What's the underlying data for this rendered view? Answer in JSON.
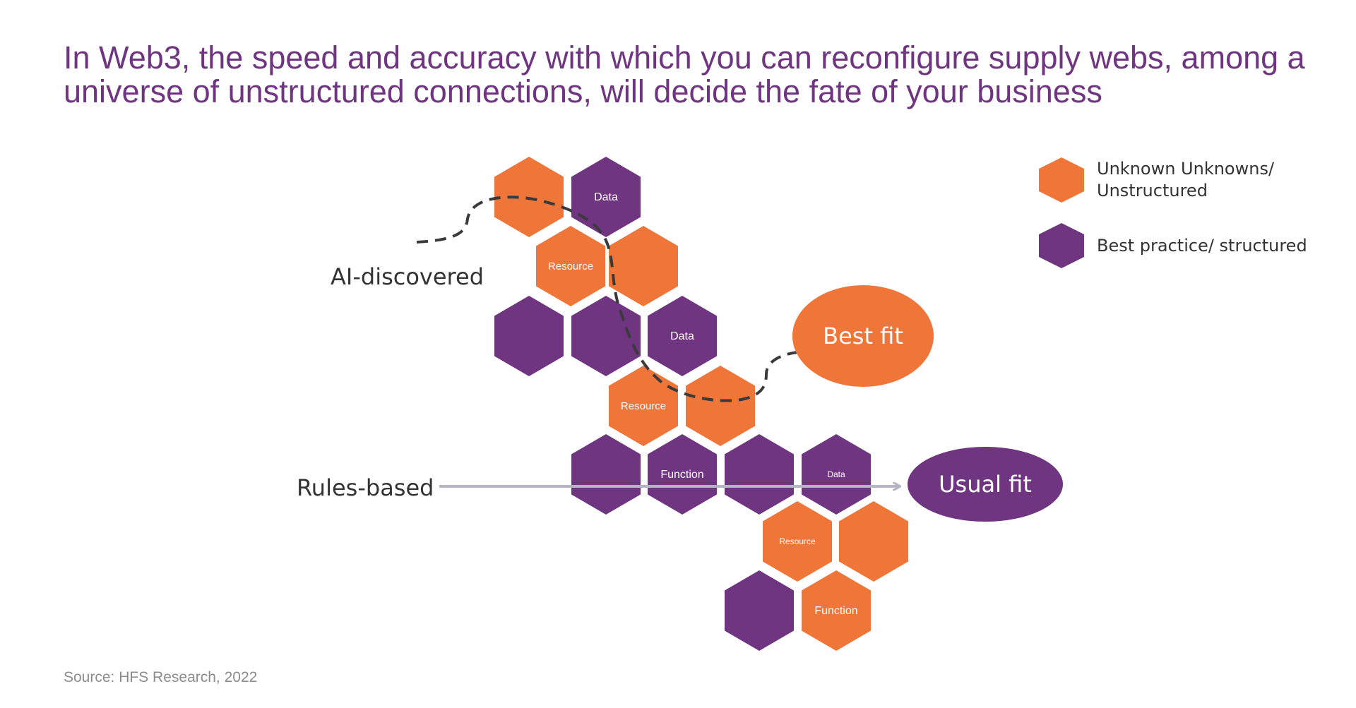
{
  "title_lines": [
    "In Web3, the speed and accuracy with which you can reconfigure supply webs, among a",
    "universe of unstructured connections, will decide the fate of your business"
  ],
  "source": "Source: HFS Research, 2022",
  "colors": {
    "orange": "#f07539",
    "purple": "#6f3580",
    "arrow": "#b5b5c3",
    "dashed": "#3a3a3a",
    "title": "#6f3580"
  },
  "hexagons": [
    {
      "type": "unstructured",
      "label": ""
    },
    {
      "type": "structured",
      "label": "Data"
    },
    {
      "type": "unstructured",
      "label": "Resource"
    },
    {
      "type": "unstructured",
      "label": ""
    },
    {
      "type": "structured",
      "label": ""
    },
    {
      "type": "structured",
      "label": ""
    },
    {
      "type": "structured",
      "label": "Data"
    },
    {
      "type": "unstructured",
      "label": "Resource"
    },
    {
      "type": "unstructured",
      "label": ""
    },
    {
      "type": "structured",
      "label": ""
    },
    {
      "type": "structured",
      "label": "Function"
    },
    {
      "type": "structured",
      "label": ""
    },
    {
      "type": "structured",
      "label": "Data"
    },
    {
      "type": "unstructured",
      "label": "Resource"
    },
    {
      "type": "unstructured",
      "label": ""
    },
    {
      "type": "structured",
      "label": ""
    },
    {
      "type": "unstructured",
      "label": "Function"
    }
  ],
  "labels": {
    "ai_discovered": "AI-discovered",
    "rules_based": "Rules-based"
  },
  "fits": {
    "best_fit": "Best fit",
    "usual_fit": "Usual fit"
  },
  "legend": {
    "unstructured_lines": [
      "Unknown Unknowns/",
      "Unstructured"
    ],
    "structured": "Best practice/ structured"
  }
}
